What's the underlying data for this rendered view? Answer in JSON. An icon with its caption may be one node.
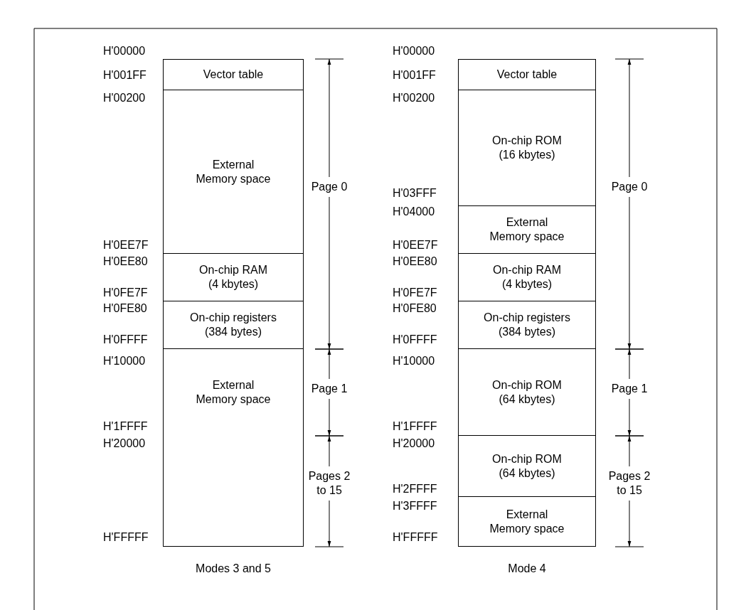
{
  "diagram": {
    "nodes": [
      {
        "text": [
          "Vector table"
        ]
      },
      {
        "text": [
          "External Memory space"
        ]
      },
      {
        "text": [
          "On-chip RAM (4 kbytes)"
        ]
      },
      {
        "text": [
          "On-chip registers (384 bytes)"
        ]
      },
      {
        "text": [
          "External Memory space"
        ]
      },
      {
        "text": [
          "Vector table"
        ]
      },
      {
        "text": [
          "On-chip ROM (16 kbytes)"
        ]
      },
      {
        "text": [
          "External Memory space"
        ]
      },
      {
        "text": [
          "On-chip RAM (4 kbytes)"
        ]
      },
      {
        "text": [
          "On-chip registers (384 bytes)"
        ]
      },
      {
        "text": [
          "On-chip ROM (64 kbytes)"
        ]
      },
      {
        "text": [
          "On-chip ROM (64 kbytes)"
        ]
      },
      {
        "text": [
          "External Memory space"
        ]
      }
    ],
    "labels": [
      "H'00000",
      "H'001FF",
      "H'00200",
      "H'0EE7F",
      "H'0EE80",
      "H'0FE7F",
      "H'0FE80",
      "H'0FFFF",
      "H'10000",
      "H'1FFFF",
      "H'20000",
      "H'FFFFF",
      "Page 0",
      "Page 1",
      "Pages 2 to 15",
      "Modes 3 and 5",
      "H'00000",
      "H'001FF",
      "H'00200",
      "H'03FFF",
      "H'04000",
      "H'0EE7F",
      "H'0EE80",
      "H'0FE7F",
      "H'0FE80",
      "H'0FFFF",
      "H'10000",
      "H'1FFFF",
      "H'20000",
      "H'2FFFF",
      "H'3FFFF",
      "H'FFFFF",
      "Page 0",
      "Page 1",
      "Pages 2 to 15",
      "Mode 4"
    ]
  }
}
